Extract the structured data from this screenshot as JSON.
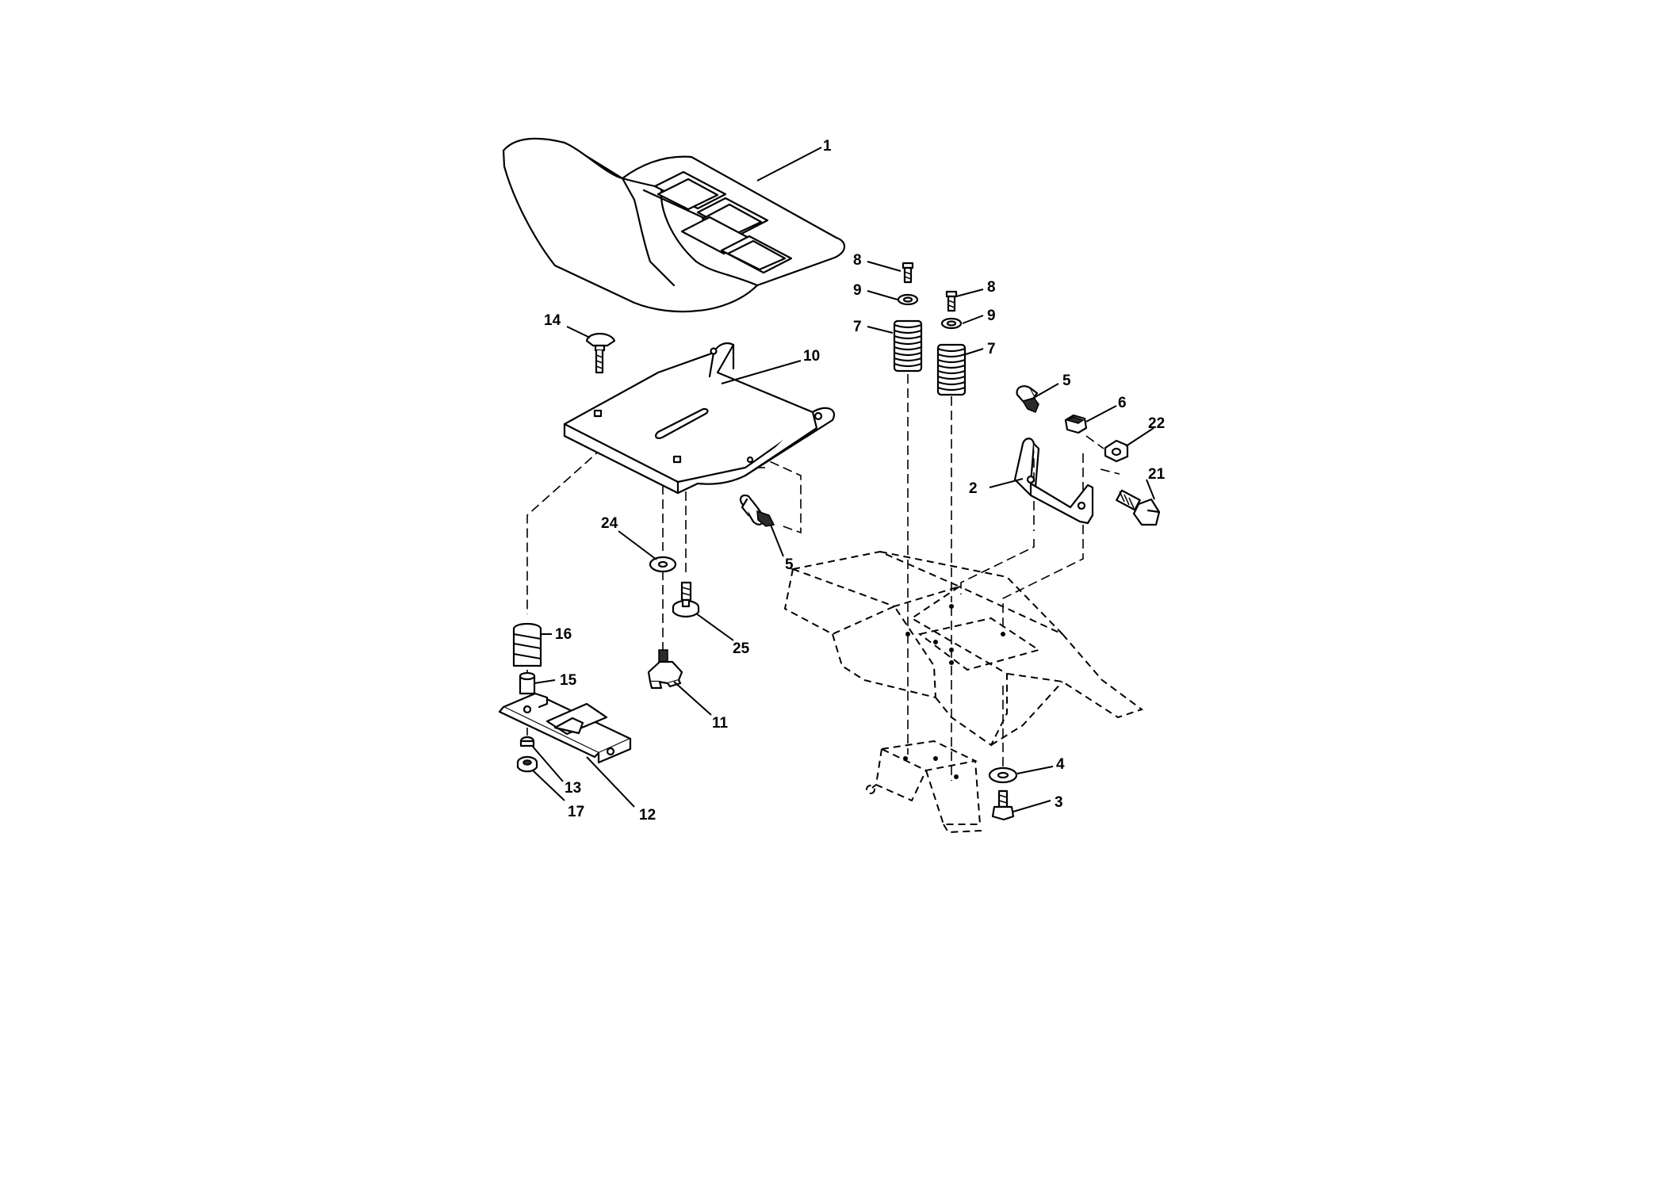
{
  "callouts": [
    {
      "id": "c1",
      "label": "1",
      "part": "seat"
    },
    {
      "id": "c2",
      "label": "2",
      "part": "seat-bracket"
    },
    {
      "id": "c3",
      "label": "3",
      "part": "bolt"
    },
    {
      "id": "c4",
      "label": "4",
      "part": "washer"
    },
    {
      "id": "c5a",
      "label": "5",
      "part": "knob"
    },
    {
      "id": "c5b",
      "label": "5",
      "part": "knob"
    },
    {
      "id": "c6",
      "label": "6",
      "part": "nut"
    },
    {
      "id": "c7a",
      "label": "7",
      "part": "spring"
    },
    {
      "id": "c7b",
      "label": "7",
      "part": "spring"
    },
    {
      "id": "c8a",
      "label": "8",
      "part": "bolt"
    },
    {
      "id": "c8b",
      "label": "8",
      "part": "bolt"
    },
    {
      "id": "c9a",
      "label": "9",
      "part": "washer"
    },
    {
      "id": "c9b",
      "label": "9",
      "part": "washer"
    },
    {
      "id": "c10",
      "label": "10",
      "part": "seat-pan"
    },
    {
      "id": "c11",
      "label": "11",
      "part": "knob"
    },
    {
      "id": "c12",
      "label": "12",
      "part": "slide-plate"
    },
    {
      "id": "c13",
      "label": "13",
      "part": "nut"
    },
    {
      "id": "c14",
      "label": "14",
      "part": "carriage-bolt"
    },
    {
      "id": "c15",
      "label": "15",
      "part": "spacer"
    },
    {
      "id": "c16",
      "label": "16",
      "part": "spring"
    },
    {
      "id": "c17",
      "label": "17",
      "part": "washer"
    },
    {
      "id": "c21",
      "label": "21",
      "part": "bolt"
    },
    {
      "id": "c22",
      "label": "22",
      "part": "nut"
    },
    {
      "id": "c24",
      "label": "24",
      "part": "washer"
    },
    {
      "id": "c25",
      "label": "25",
      "part": "bolt"
    }
  ]
}
